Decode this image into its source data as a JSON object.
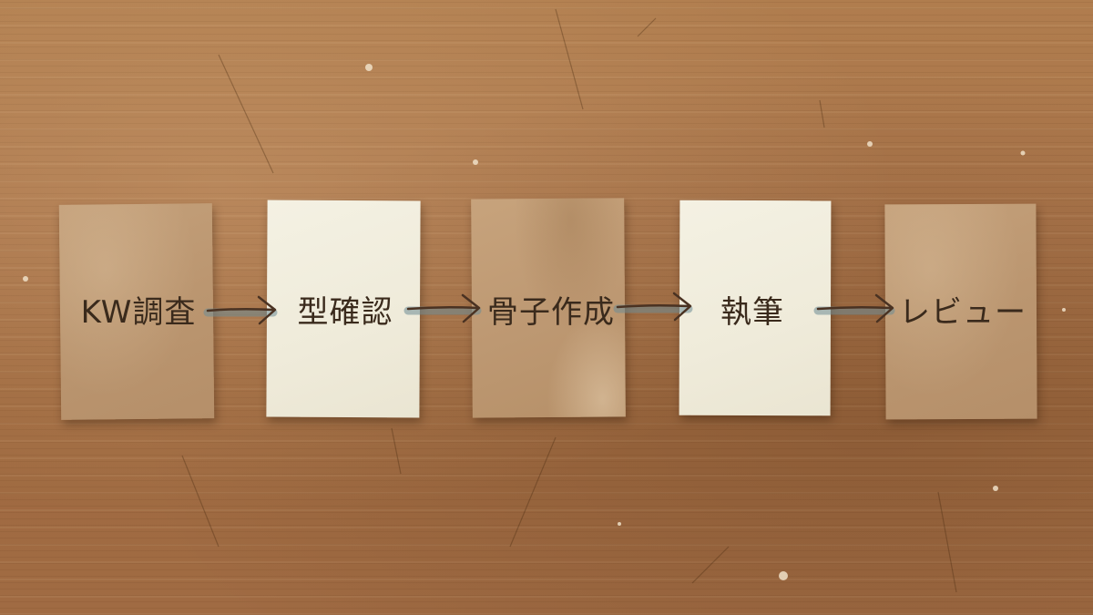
{
  "steps": [
    {
      "label": "KW調査"
    },
    {
      "label": "型確認"
    },
    {
      "label": "骨子作成"
    },
    {
      "label": "執筆"
    },
    {
      "label": "レビュー"
    }
  ]
}
